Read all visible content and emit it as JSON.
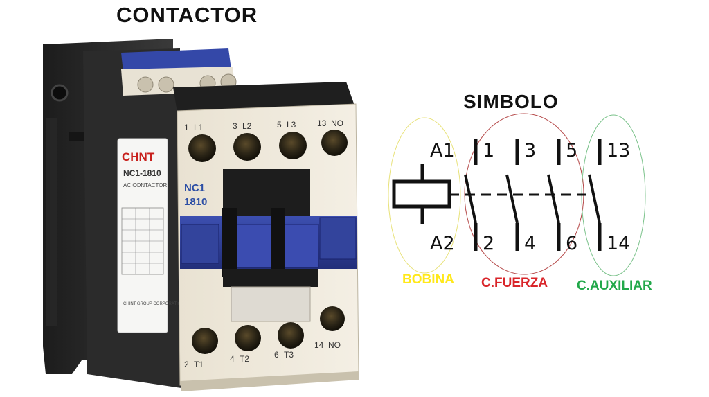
{
  "titles": {
    "contactor": "CONTACTOR",
    "simbolo": "SIMBOLO"
  },
  "labels": {
    "bobina": "BOBINA",
    "fuerza": "C.FUERZA",
    "auxiliar": "C.AUXILIAR"
  },
  "colors": {
    "bobina": "#ffe81a",
    "fuerza": "#d9252a",
    "auxiliar": "#22a84a",
    "circle_bobina": "#e8e27a",
    "circle_fuerza": "#b64a4a",
    "circle_auxiliar": "#7ac28a"
  },
  "symbol": {
    "coil_top": "A1",
    "coil_bottom": "A2",
    "top_terminals": [
      "1",
      "3",
      "5",
      "13"
    ],
    "bottom_terminals": [
      "2",
      "4",
      "6",
      "14"
    ]
  },
  "device": {
    "brand": "CHNT",
    "model": "NC1-1810",
    "product": "AC CONTACTOR",
    "front_model_line1": "NC1",
    "front_model_line2": "1810",
    "top_marks": [
      "1",
      "L1",
      "3",
      "L2",
      "5",
      "L3",
      "13",
      "NO"
    ],
    "bottom_marks": [
      "2",
      "T1",
      "4",
      "T2",
      "6",
      "T3",
      "14",
      "NO"
    ],
    "footer": "CHINT GROUP CORPORATION"
  }
}
